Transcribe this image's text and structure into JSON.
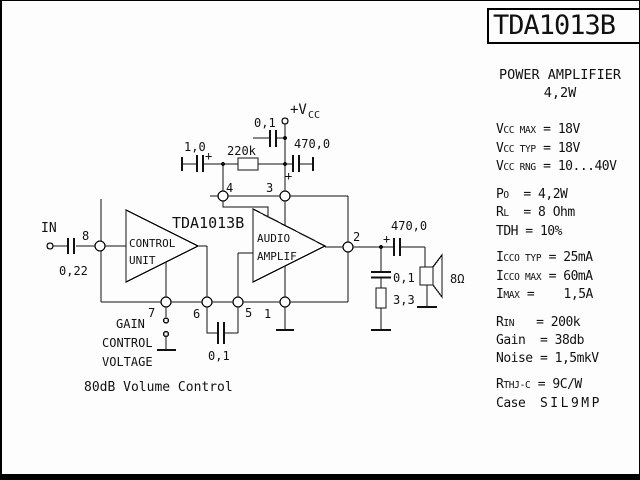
{
  "panel": {
    "title": "TDA1013B",
    "subtitle": [
      "POWER AMPLIFIER",
      "4,2W"
    ],
    "spec_groups": [
      [
        [
          {
            "t": "V"
          },
          {
            "t": "CC MAX",
            "sub": true
          },
          {
            "t": " = 18V"
          }
        ],
        [
          {
            "t": "V"
          },
          {
            "t": "CC TYP",
            "sub": true
          },
          {
            "t": " = 18V"
          }
        ],
        [
          {
            "t": "V"
          },
          {
            "t": "CC RNG",
            "sub": true
          },
          {
            "t": " = 10...40V"
          }
        ]
      ],
      [
        [
          {
            "t": "P"
          },
          {
            "t": "O",
            "sub": true
          },
          {
            "t": "  = 4,2W"
          }
        ],
        [
          {
            "t": "R"
          },
          {
            "t": "L",
            "sub": true
          },
          {
            "t": "  = 8 Ohm"
          }
        ],
        [
          {
            "t": "TDH = 10%"
          }
        ]
      ],
      [
        [
          {
            "t": "I"
          },
          {
            "t": "CCO TYP",
            "sub": true
          },
          {
            "t": " = 25mA"
          }
        ],
        [
          {
            "t": "I"
          },
          {
            "t": "CCO MAX",
            "sub": true
          },
          {
            "t": " = 60mA"
          }
        ],
        [
          {
            "t": "I"
          },
          {
            "t": "MAX",
            "sub": true
          },
          {
            "t": " =    1,5A"
          }
        ]
      ],
      [
        [
          {
            "t": "R"
          },
          {
            "t": "IN",
            "sub": true
          },
          {
            "t": "   = 200k"
          }
        ],
        [
          {
            "t": "Gain  = 38db"
          }
        ],
        [
          {
            "t": "Noise = 1,5mkV"
          }
        ]
      ],
      [
        [
          {
            "t": "R"
          },
          {
            "t": "THJ-C",
            "sub": true
          },
          {
            "t": " = 9C/W"
          }
        ],
        [
          {
            "t": "Case  "
          },
          {
            "t": "SIL9MP",
            "spread": true
          }
        ]
      ]
    ]
  },
  "schematic": {
    "labels": {
      "input": "IN",
      "input_cap": "0,22",
      "pin8": "8",
      "pin4": "4",
      "pin3": "3",
      "pin2": "2",
      "pin7": "7",
      "pin6": "6",
      "pin5": "5",
      "pin1": "1",
      "ic_name": "TDA1013B",
      "control_line1": "CONTROL",
      "control_line2": "UNIT",
      "audio_line1": "AUDIO",
      "audio_line2": "AMPLIF",
      "cap_1u": "1,0",
      "cap_1u_plus": "+",
      "res_feedback": "220k",
      "cap_decouple_small": "0,1",
      "vcc_main": "+V",
      "vcc_sub": "CC",
      "cap_decouple_big": "470,0",
      "cap_decouple_big_plus": "+",
      "cap_out": "470,0",
      "cap_out_plus": "+",
      "cap_zobel": "0,1",
      "res_zobel": "3,3",
      "speaker_impedance": "8Ω",
      "cap_pins56": "0,1",
      "gain_line1": "GAIN",
      "gain_line2": "CONTROL",
      "gain_line3": "VOLTAGE",
      "caption": "80dB Volume Control"
    }
  }
}
